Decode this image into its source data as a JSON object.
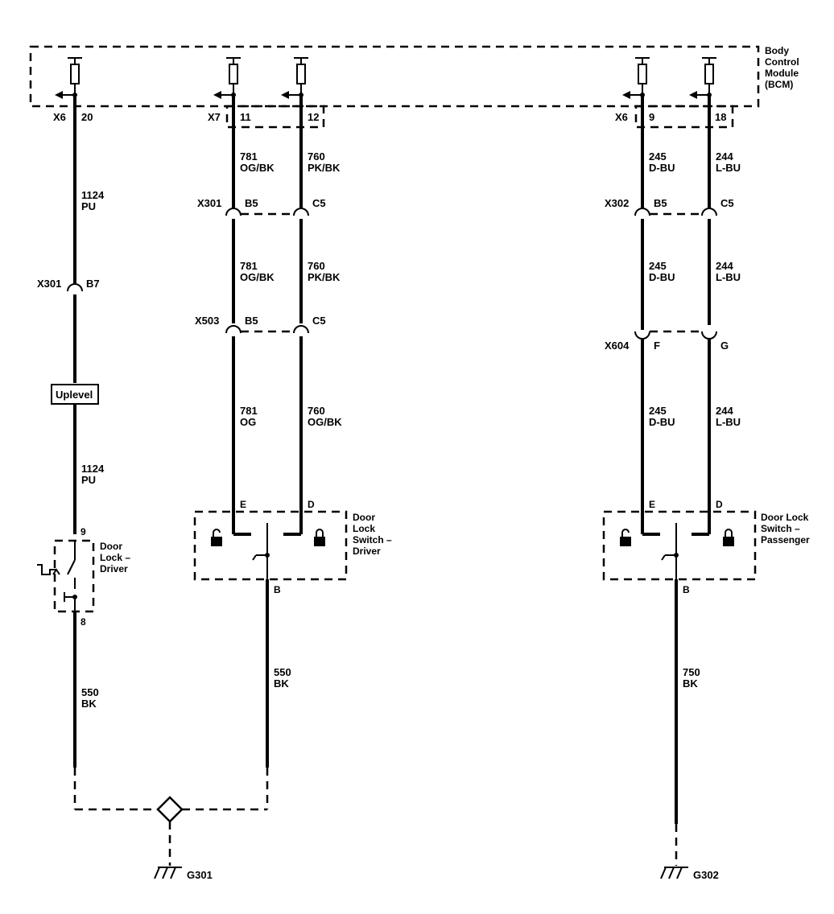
{
  "bcm": {
    "line1": "Body",
    "line2": "Control",
    "line3": "Module",
    "line4": "(BCM)"
  },
  "pins": {
    "x6a_conn": "X6",
    "x6a_pin": "20",
    "x7_conn": "X7",
    "x7_pin11": "11",
    "x7_pin12": "12",
    "x6b_conn": "X6",
    "x6b_pin9": "9",
    "x6b_pin18": "18"
  },
  "wires": {
    "w1124_a": {
      "num": "1124",
      "color": "PU"
    },
    "w1124_b": {
      "num": "1124",
      "color": "PU"
    },
    "w550_a": {
      "num": "550",
      "color": "BK"
    },
    "w781_a": {
      "num": "781",
      "color": "OG/BK"
    },
    "w760_a": {
      "num": "760",
      "color": "PK/BK"
    },
    "w781_b": {
      "num": "781",
      "color": "OG/BK"
    },
    "w760_b": {
      "num": "760",
      "color": "PK/BK"
    },
    "w781_c": {
      "num": "781",
      "color": "OG"
    },
    "w760_c": {
      "num": "760",
      "color": "OG/BK"
    },
    "w550_b": {
      "num": "550",
      "color": "BK"
    },
    "w245_a": {
      "num": "245",
      "color": "D-BU"
    },
    "w244_a": {
      "num": "244",
      "color": "L-BU"
    },
    "w245_b": {
      "num": "245",
      "color": "D-BU"
    },
    "w244_b": {
      "num": "244",
      "color": "L-BU"
    },
    "w245_c": {
      "num": "245",
      "color": "D-BU"
    },
    "w244_c": {
      "num": "244",
      "color": "L-BU"
    },
    "w750": {
      "num": "750",
      "color": "BK"
    }
  },
  "connectors": {
    "x301_left": {
      "conn": "X301",
      "pin": "B7"
    },
    "x301_mid": {
      "conn": "X301",
      "pin1": "B5",
      "pin2": "C5"
    },
    "x503": {
      "conn": "X503",
      "pin1": "B5",
      "pin2": "C5"
    },
    "x302": {
      "conn": "X302",
      "pin1": "B5",
      "pin2": "C5"
    },
    "x604": {
      "conn": "X604",
      "pin1": "F",
      "pin2": "G"
    }
  },
  "uplevel": "Uplevel",
  "door_lock_driver": {
    "line1": "Door",
    "line2": "Lock –",
    "line3": "Driver",
    "pin_top": "9",
    "pin_bottom": "8"
  },
  "switch_driver": {
    "line1": "Door",
    "line2": "Lock",
    "line3": "Switch –",
    "line4": "Driver",
    "pin_e": "E",
    "pin_d": "D",
    "pin_b": "B"
  },
  "switch_passenger": {
    "line1": "Door Lock",
    "line2": "Switch –",
    "line3": "Passenger",
    "pin_e": "E",
    "pin_d": "D",
    "pin_b": "B"
  },
  "grounds": {
    "g301": "G301",
    "g302": "G302"
  }
}
